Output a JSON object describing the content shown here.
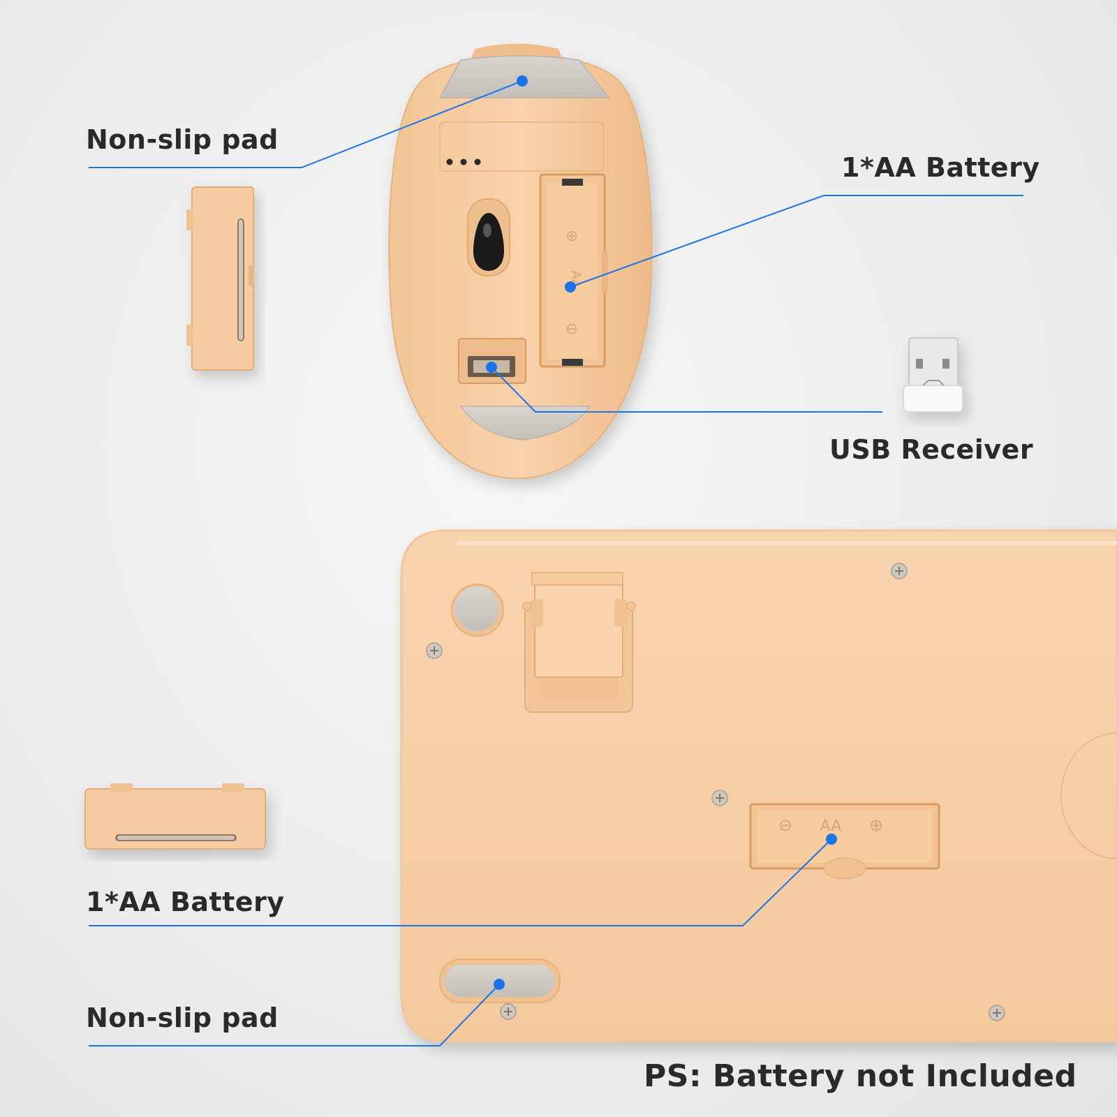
{
  "colors": {
    "body": "#f6cda3",
    "body_shade": "#e9b684",
    "pad": "#cfcac3",
    "accent": "#1a73e8",
    "text": "#2a2a2a"
  },
  "labels": {
    "mouse_pad": "Non-slip pad",
    "mouse_battery": "1*AA Battery",
    "usb_receiver": "USB Receiver",
    "keyboard_battery": "1*AA Battery",
    "keyboard_pad": "Non-slip pad",
    "note": "PS: Battery not Included"
  },
  "compartment_marks": {
    "mouse": [
      "⊕",
      "AA",
      "⊖"
    ],
    "keyboard": [
      "⊖",
      "AA",
      "⊕"
    ]
  },
  "icons": [
    "screw-icon",
    "hinge-icon",
    "dot-icon"
  ]
}
